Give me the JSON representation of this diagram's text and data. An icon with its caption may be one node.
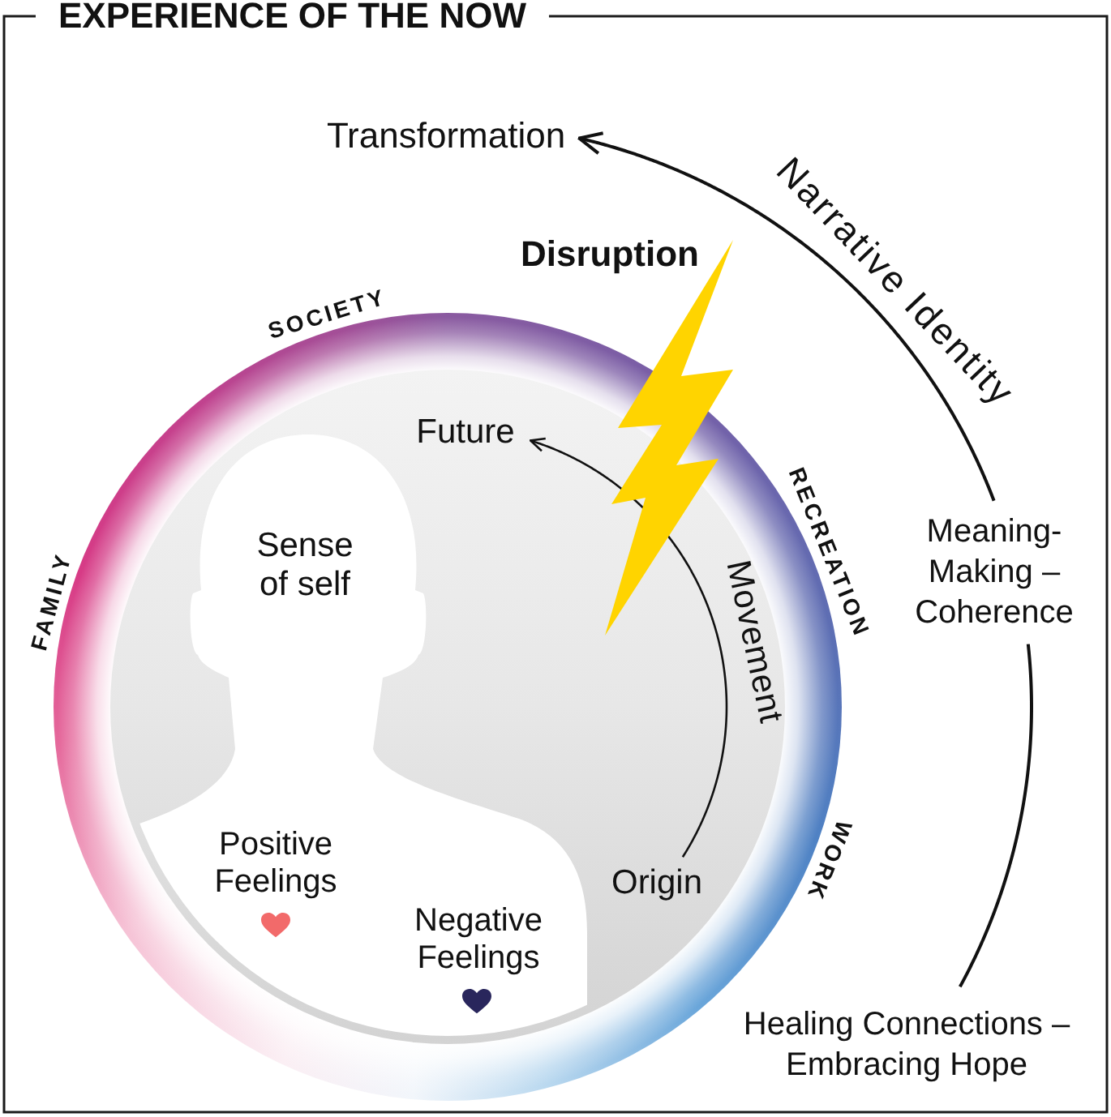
{
  "diagram": {
    "title": "EXPERIENCE OF THE NOW",
    "nodes": [
      {
        "text": [
          "Transformation"
        ]
      },
      {
        "text": [
          "Meaning-Making – Coherence"
        ]
      },
      {
        "text": [
          "Healing Connections – Embracing Hope"
        ]
      },
      {
        "text": [],
        "shape": "circle"
      },
      {
        "text": [
          "Sense of self",
          "Positive Feelings",
          "Negative Feelings"
        ],
        "in": 3
      },
      {
        "text": [
          "Future"
        ],
        "in": 3
      },
      {
        "text": [
          "Origin"
        ],
        "in": 3
      }
    ],
    "edges": [
      {
        "from": 6,
        "to": 5,
        "arrow": "to",
        "label": "Movement"
      },
      {
        "from": 2,
        "to": 1,
        "arrow": "none"
      },
      {
        "from": 1,
        "to": 0,
        "arrow": "to",
        "label": "Narrative Identity"
      }
    ],
    "labels": [
      "Disruption",
      "SOCIETY",
      "FAMILY",
      "RECREATION",
      "WORK"
    ]
  }
}
